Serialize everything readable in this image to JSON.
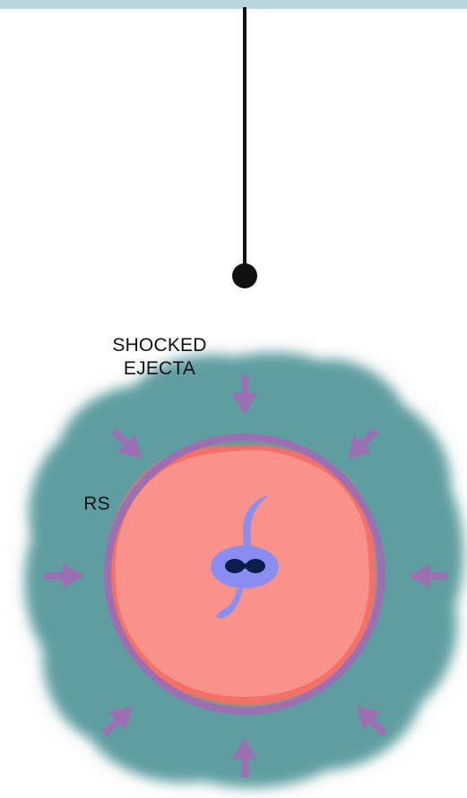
{
  "labels": {
    "shocked_ejecta_line1": "SHOCKED",
    "shocked_ejecta_line2": "EJECTA",
    "reverse_shock": "RS"
  },
  "colors": {
    "top_band": "#b7d9de",
    "background": "#fefefe",
    "string": "#111111",
    "shocked_ejecta_cloud": "#5f9ea0",
    "unshocked_ejecta": "#f8928a",
    "unshocked_ejecta_edge": "#f56f66",
    "reverse_shock_ring": "#9b6fb2",
    "arrows": "#9b6fb2",
    "central_blob": "#8a8ef0",
    "central_core": "#0d1d4a"
  },
  "icons": {
    "inward_arrows": "arrow-inward-icon",
    "pendulum_bob": "filled-circle-icon"
  }
}
